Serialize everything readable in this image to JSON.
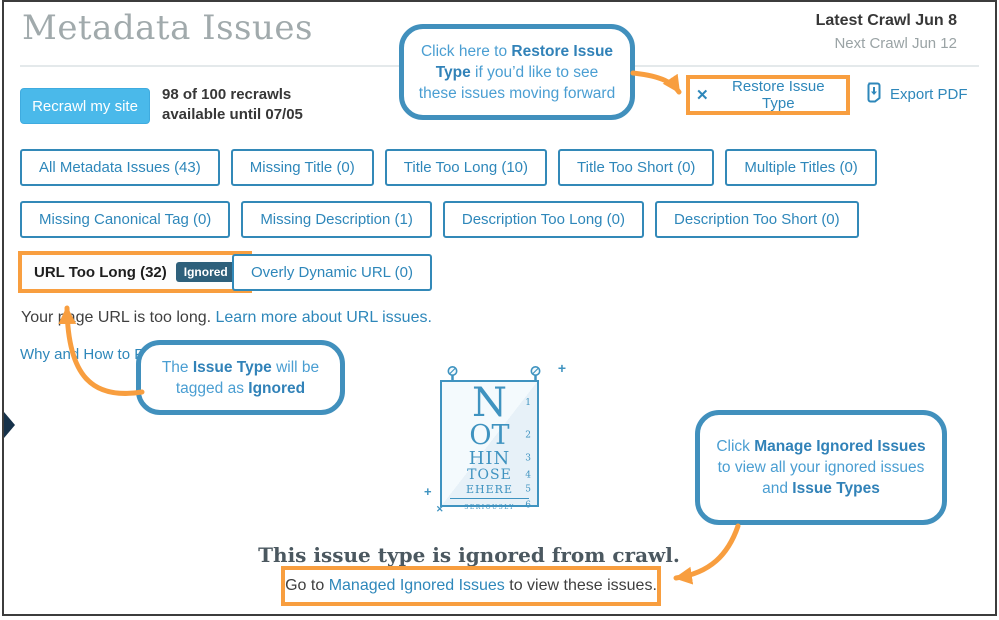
{
  "page": {
    "title": "Metadata Issues",
    "latest_crawl": "Latest Crawl Jun 8",
    "next_crawl": "Next Crawl Jun 12"
  },
  "toolbar": {
    "recrawl_button": "Recrawl my site",
    "recrawl_line1": "98 of 100 recrawls",
    "recrawl_line2": "available until 07/05",
    "x_glyph": "✕",
    "restore_button": "Restore Issue Type",
    "export_button": "Export PDF"
  },
  "filters": {
    "row1": [
      "All Metadata Issues (43)",
      "Missing Title (0)",
      "Title Too Long (10)",
      "Title Too Short (0)",
      "Multiple Titles (0)"
    ],
    "row2": [
      "Missing Canonical Tag (0)",
      "Missing Description (1)",
      "Description Too Long (0)",
      "Description Too Short (0)"
    ],
    "ignored": {
      "label": "URL Too Long (32)",
      "badge": "Ignored"
    },
    "row3": [
      "Overly Dynamic URL (0)"
    ]
  },
  "content": {
    "issue_description": "Your page URL is too long. ",
    "issue_link": "Learn more about URL issues.",
    "why_link": "Why and How to F"
  },
  "callouts": {
    "restore": {
      "pre": "Click here to ",
      "bold": "Restore Issue Type",
      "post": " if you’d like to see these issues moving forward"
    },
    "ignored": {
      "pre": "The ",
      "bold1": "Issue Type",
      "mid": " will be tagged as ",
      "bold2": "Ignored"
    },
    "manage": {
      "pre": "Click ",
      "bold1": "Manage Ignored Issues",
      "mid": " to view all your ignored issues and ",
      "bold2": "Issue Types"
    }
  },
  "empty_state": {
    "rows": [
      {
        "letters": "N",
        "num": "1"
      },
      {
        "letters": "OT",
        "num": "2"
      },
      {
        "letters": "HIN",
        "num": "3"
      },
      {
        "letters": "TOSE",
        "num": "4"
      },
      {
        "letters": "EHERE",
        "num": "5"
      },
      {
        "letters": "SERIOUSLY",
        "num": "6"
      }
    ],
    "plus_glyph": "+",
    "cross_glyph": "✕",
    "heading": "This issue type is ignored from crawl.",
    "goto_pre": "Go to ",
    "goto_link": "Managed Ignored Issues",
    "goto_post": " to view these issues."
  },
  "colors": {
    "accent_blue": "#2e87ba",
    "sky_blue": "#4ab9ea",
    "orange": "#f89e3f",
    "callout_border": "#4190bd",
    "callout_text": "#4a9ed2",
    "badge_bg": "#2e607b",
    "title_gray": "#a1aaac",
    "dark_text": "#3f3f3f",
    "heading_color": "#4b5860",
    "chart_blue": "#3f93c0"
  }
}
